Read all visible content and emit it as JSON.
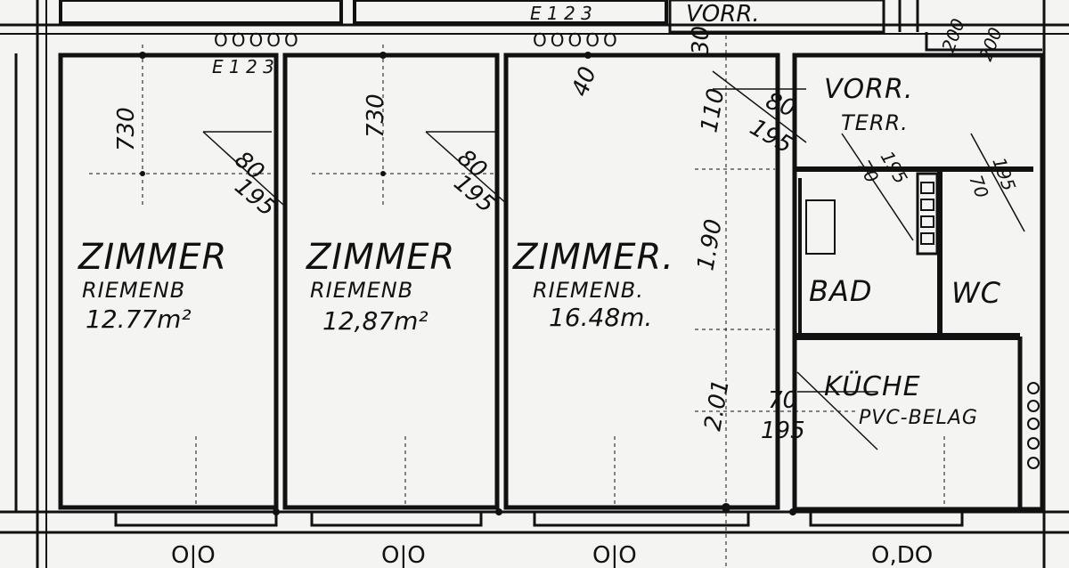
{
  "rooms": {
    "zimmer1": {
      "name": "ZIMMER",
      "floor": "RIEMENB",
      "area": "12.77m²"
    },
    "zimmer2": {
      "name": "ZIMMER",
      "floor": "RIEMENB",
      "area": "12,87m²"
    },
    "zimmer3": {
      "name": "ZIMMER.",
      "floor": "RIEMENB.",
      "area": "16.48m."
    },
    "vorr": {
      "name": "VORR.",
      "floor": "TERR."
    },
    "bad": {
      "name": "BAD"
    },
    "wc": {
      "name": "WC"
    },
    "kueche": {
      "name": "KÜCHE",
      "floor": "PVC-BELAG"
    }
  },
  "dimensions": {
    "d730a": "730",
    "d730b": "730",
    "door1_w": "80",
    "door1_h": "195",
    "door2_w": "80",
    "door2_h": "195",
    "door3_w": "80",
    "door3_h": "195",
    "d40": "40",
    "d30": "30",
    "d110": "110",
    "d190": "1.90",
    "d201": "2.01",
    "bath_w": "70",
    "bath_h": "195",
    "wc_w": "70",
    "wc_h": "195",
    "kitchen_w": "70",
    "kitchen_h": "195",
    "top_right_a": "200",
    "top_right_b": "200"
  },
  "labels": {
    "e123_left": "E 1 2 3",
    "e123_top": "E 1 2 3",
    "top_vorr": "VORR."
  },
  "sockets": {
    "top_left": "OOOOO",
    "top_right": "OOOOO",
    "right_col": "O O O O O"
  },
  "bottom_marks": {
    "m1": "O|O",
    "m2": "O|O",
    "m3": "O|O",
    "m4": "O,DO"
  }
}
